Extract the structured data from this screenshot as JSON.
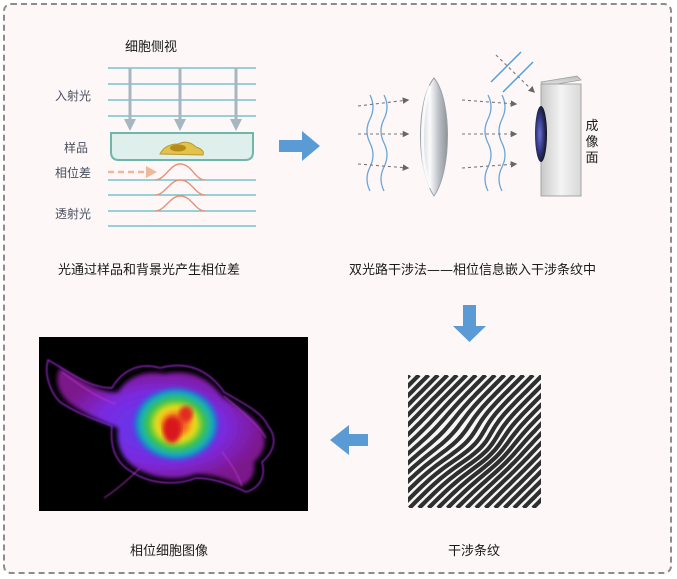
{
  "panel1": {
    "title": "细胞侧视",
    "label_incident": "入射光",
    "label_sample": "样品",
    "label_phase": "相位差",
    "label_transmitted": "透射光",
    "caption": "光通过样品和背景光产生相位差"
  },
  "panel2": {
    "camera_label": "成像面",
    "caption": "双光路干涉法——相位信息嵌入干涉条纹中"
  },
  "panel3": {
    "caption": "干涉条纹"
  },
  "panel4": {
    "caption": "相位细胞图像"
  },
  "colors": {
    "frame_border": "#8c8c8c",
    "background": "#fdf7f7",
    "arrow": "#5b9bd5",
    "light_line": "#5bb8c4",
    "phase_curve": "#e8927a",
    "phase_arrow": "#f0b89a",
    "fringe": "#333333"
  }
}
